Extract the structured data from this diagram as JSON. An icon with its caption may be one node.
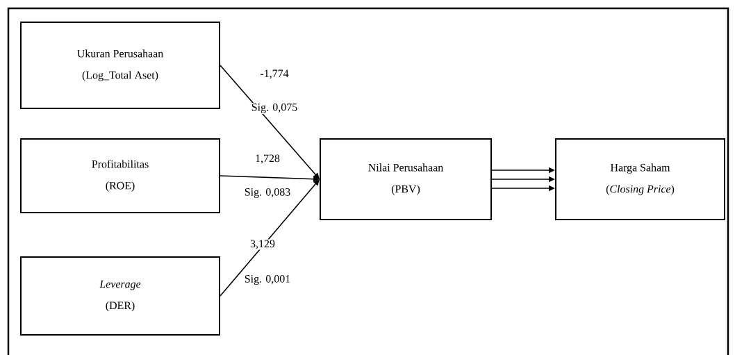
{
  "diagram": {
    "nodes": [
      {
        "text": [
          "Ukuran Perusahaan",
          "(Log_Total Aset)"
        ]
      },
      {
        "text": [
          "Profitabilitas",
          "(ROE)"
        ]
      },
      {
        "text": [
          "Leverage",
          "(DER)"
        ]
      },
      {
        "text": [
          "Nilai Perusahaan",
          "(PBV)"
        ]
      },
      {
        "text": [
          "Harga Saham",
          "(*Closing Price*)"
        ]
      }
    ],
    "edges": [
      {
        "from": 0,
        "to": 3,
        "arrow": "to",
        "label": "-1,774"
      },
      {
        "from": 1,
        "to": 3,
        "arrow": "to",
        "label": "1,728"
      },
      {
        "from": 2,
        "to": 3,
        "arrow": "to",
        "label": "3,129"
      },
      {
        "from": 3,
        "to": 4,
        "arrow": "to"
      },
      {
        "from": 3,
        "to": 4,
        "arrow": "to"
      },
      {
        "from": 3,
        "to": 4,
        "arrow": "to"
      }
    ],
    "labels": [
      "Sig. 0,075",
      "Sig. 0,083",
      "Sig. 0,001"
    ]
  }
}
